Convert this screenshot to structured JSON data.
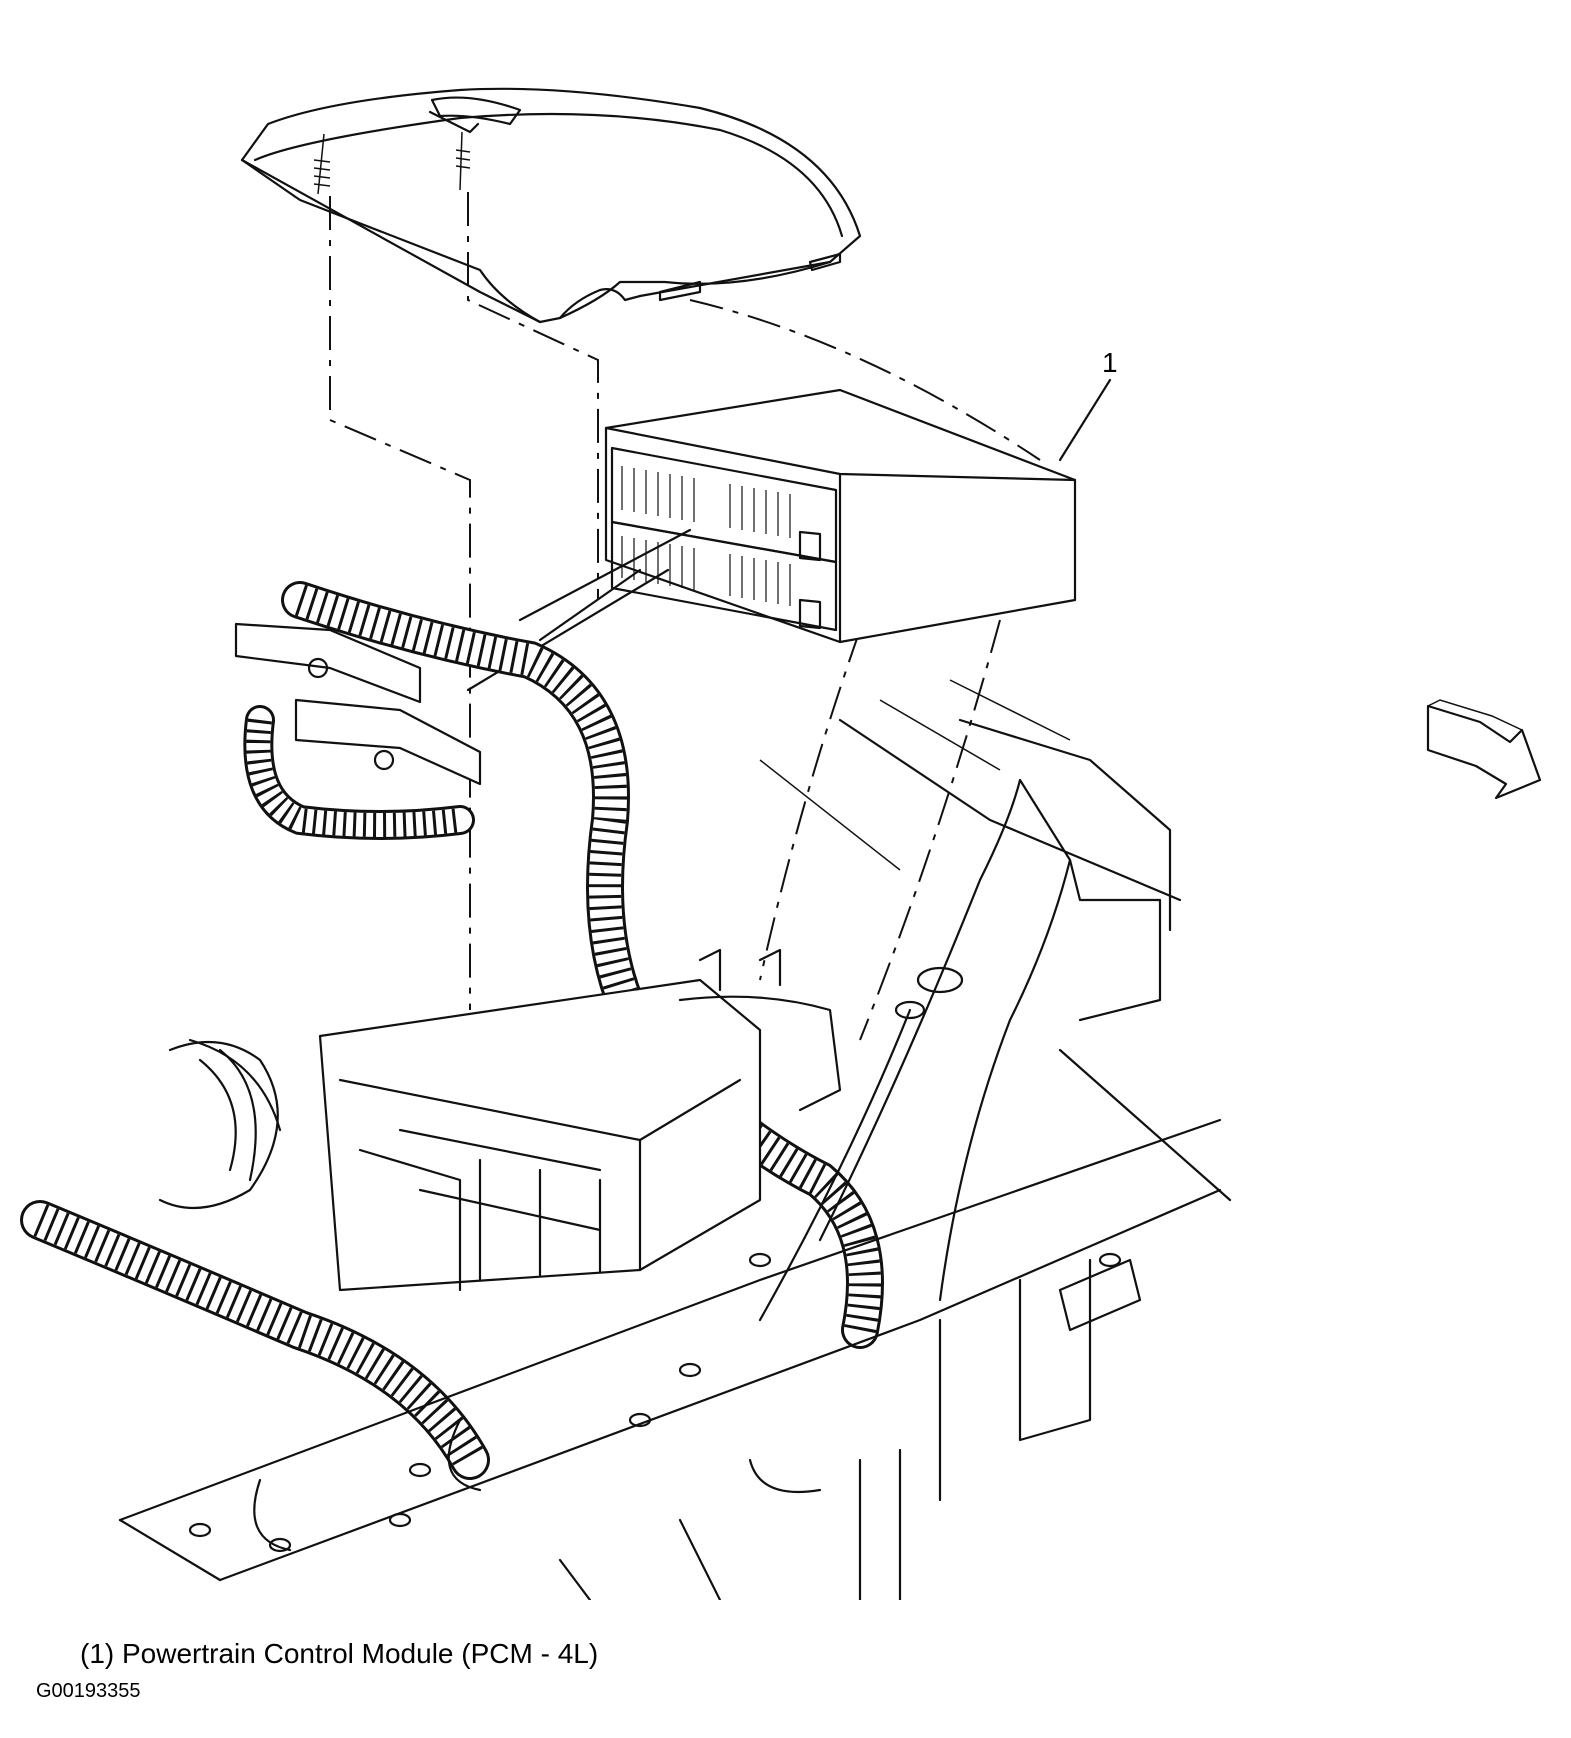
{
  "callouts": [
    {
      "number": "1"
    }
  ],
  "caption": "(1) Powertrain Control Module (PCM - 4L)",
  "figure_id": "G00193355"
}
